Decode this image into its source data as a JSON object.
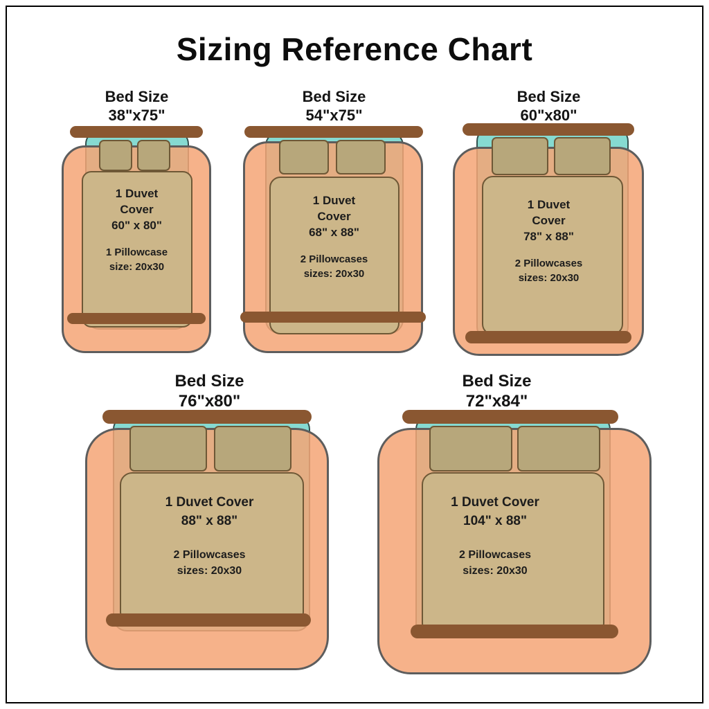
{
  "title": "Sizing Reference Chart",
  "colors": {
    "headboard_brown": "#8A5731",
    "mattress_teal": "#86DAD1",
    "duvet_peach": "#F5A475",
    "blanket_tan": "#CCB689",
    "pillow_tan": "#B7A77B",
    "text_dark": "#1C1C1C"
  },
  "beds": [
    {
      "label_line1": "Bed Size",
      "label_line2": "38\"x75\"",
      "duvet_label": "1 Duvet\nCover",
      "duvet_size": "60\" x 80\"",
      "pillow_label": "1 Pillowcase",
      "pillow_size": "size: 20x30"
    },
    {
      "label_line1": "Bed Size",
      "label_line2": "54\"x75\"",
      "duvet_label": "1 Duvet\nCover",
      "duvet_size": "68\" x 88\"",
      "pillow_label": "2 Pillowcases",
      "pillow_size": "sizes: 20x30"
    },
    {
      "label_line1": "Bed Size",
      "label_line2": "60\"x80\"",
      "duvet_label": "1 Duvet\nCover",
      "duvet_size": "78\" x 88\"",
      "pillow_label": "2 Pillowcases",
      "pillow_size": "sizes: 20x30"
    },
    {
      "label_line1": "Bed Size",
      "label_line2": "76\"x80\"",
      "duvet_label": "1 Duvet Cover",
      "duvet_size": "88\" x 88\"",
      "pillow_label": "2 Pillowcases",
      "pillow_size": "sizes: 20x30"
    },
    {
      "label_line1": "Bed Size",
      "label_line2": "72\"x84\"",
      "duvet_label": "1 Duvet Cover",
      "duvet_size": "104\" x 88\"",
      "pillow_label": "2 Pillowcases",
      "pillow_size": "sizes: 20x30"
    }
  ]
}
